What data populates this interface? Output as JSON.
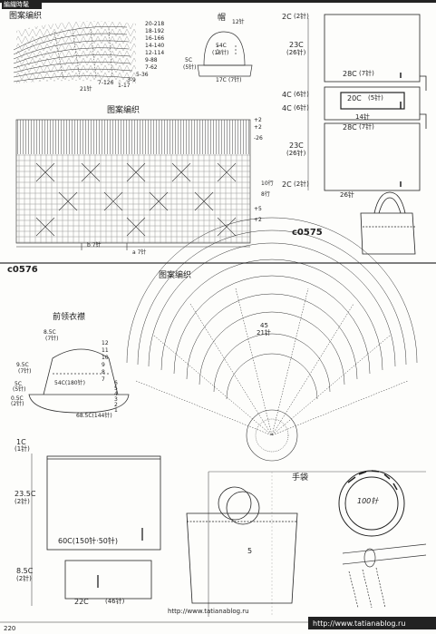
{
  "header": {
    "tab": "編織時髦"
  },
  "top_left": {
    "pattern_title_1": "图案编织",
    "arc_counts": [
      "20-218",
      "18-192",
      "16-166",
      "14-140",
      "12-114",
      "9-88",
      "7-62",
      "5-36",
      "3-9",
      "1-17"
    ],
    "arc_bottom": "7-126",
    "arc_row": "21针",
    "hat_title": "帽",
    "hat_top": "12针",
    "hat_side_a": "54C",
    "hat_side_b": "(18针)",
    "hat_left_1": "5C",
    "hat_left_2": "(5针)",
    "hat_bottom": "17C",
    "hat_bottom_b": "(7针)",
    "pattern_title_2": "图案编织",
    "grid_marks": [
      "+2",
      "+2",
      "-26",
      "10行",
      "8行",
      "+5",
      "+2"
    ],
    "grid_b": "b 7针",
    "grid_a": "a 7针"
  },
  "bag_top": {
    "s1": "2C",
    "s1b": "(2针)",
    "s2": "23C",
    "s2b": "(26针)",
    "s3": "28C",
    "s3b": "(7针)",
    "s4": "4C",
    "s4b": "(6针)",
    "s5": "20C",
    "s5b": "(5针)",
    "s6": "4C",
    "s6b": "(6针)",
    "s7": "14针",
    "s8": "28C",
    "s8b": "(7针)",
    "s9": "23C",
    "s9b": "(26针)",
    "s10": "2C",
    "s10b": "(2针)",
    "s11": "26针",
    "code": "c0575"
  },
  "c0576": {
    "code": "c0576",
    "pattern_title": "图案编织",
    "collar_title": "前领衣襟",
    "fan_labels": [
      "45",
      "21针"
    ],
    "hat_a": "8.5C",
    "hat_ab": "(7针)",
    "hat_b": "9.5C",
    "hat_bb": "(7针)",
    "hat_c": "5C",
    "hat_cb": "(5针)",
    "hat_d": "0.5C",
    "hat_db": "(2针)",
    "hat_e": "54C(180针)",
    "hat_f": "68.5C(144针)",
    "rows": [
      "12",
      "11",
      "10",
      "9",
      "8",
      "7",
      "6",
      "5",
      "4",
      "3",
      "2",
      "1"
    ],
    "bag_1": "1C",
    "bag_1b": "(1针)",
    "bag_2": "23.5C",
    "bag_2b": "(2针)",
    "bag_3": "60C(150针·50针)",
    "bag_4": "8.5C",
    "bag_4b": "(2针)",
    "bag_5": "22C",
    "bag_5b": "(46针)",
    "handle_title": "手袋",
    "handle_num": "5",
    "ring_label": "100针"
  },
  "footer": {
    "url_center": "http://www.tatianablog.ru",
    "url_right": "http://www.tatianablog.ru",
    "page_num": "220"
  }
}
